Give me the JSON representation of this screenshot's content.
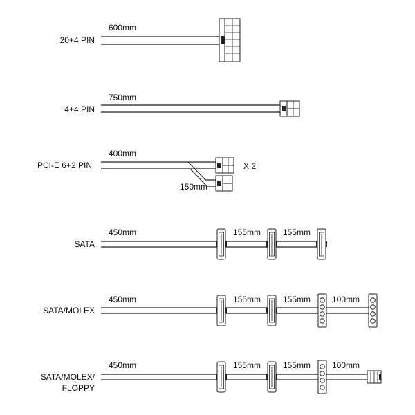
{
  "cables": [
    {
      "name": "20+4 PIN",
      "lengths": [
        "600mm"
      ]
    },
    {
      "name": "4+4 PIN",
      "lengths": [
        "750mm"
      ]
    },
    {
      "name": "PCI-E 6+2 PIN",
      "lengths": [
        "400mm",
        "150mm"
      ],
      "multiplier": "X 2"
    },
    {
      "name": "SATA",
      "lengths": [
        "450mm",
        "155mm",
        "155mm"
      ]
    },
    {
      "name": "SATA/MOLEX",
      "lengths": [
        "450mm",
        "155mm",
        "155mm",
        "100mm"
      ]
    },
    {
      "name_lines": [
        "SATA/MOLEX/",
        "FLOPPY"
      ],
      "lengths": [
        "450mm",
        "155mm",
        "155mm",
        "100mm"
      ]
    }
  ]
}
